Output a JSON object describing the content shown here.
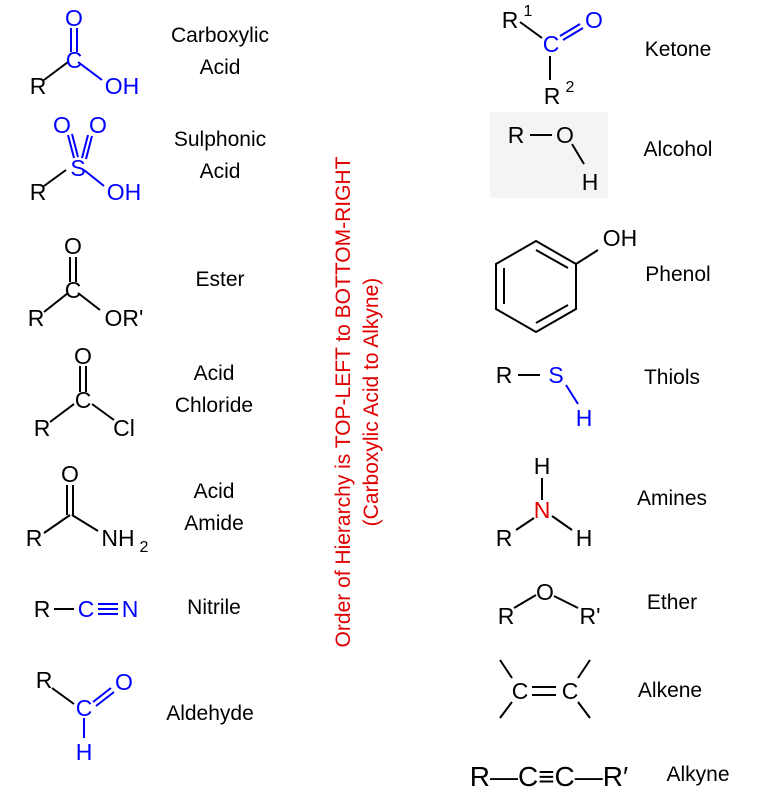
{
  "colors": {
    "ink": "#000000",
    "accent": "#0000ff",
    "note": "#e00000"
  },
  "groups": {
    "carboxylic_acid": {
      "name_line1": "Carboxylic",
      "name_line2": "Acid",
      "atoms": {
        "r": "R",
        "o_top": "O",
        "c": "C",
        "oh": "OH"
      }
    },
    "sulphonic_acid": {
      "name_line1": "Sulphonic",
      "name_line2": "Acid",
      "atoms": {
        "r": "R",
        "o1": "O",
        "o2": "O",
        "s": "S",
        "oh": "OH"
      }
    },
    "ester": {
      "name": "Ester",
      "atoms": {
        "r": "R",
        "o_top": "O",
        "c": "C",
        "or": "OR'"
      }
    },
    "acid_chloride": {
      "name_line1": "Acid",
      "name_line2": "Chloride",
      "atoms": {
        "r": "R",
        "o_top": "O",
        "c": "C",
        "cl": "Cl"
      }
    },
    "acid_amide": {
      "name_line1": "Acid",
      "name_line2": "Amide",
      "atoms": {
        "r": "R",
        "o_top": "O",
        "nh": "NH",
        "sub": "2"
      }
    },
    "nitrile": {
      "name": "Nitrile",
      "atoms": {
        "r": "R",
        "c": "C",
        "n": "N"
      }
    },
    "aldehyde": {
      "name": "Aldehyde",
      "atoms": {
        "r": "R",
        "c": "C",
        "o": "O",
        "h": "H"
      }
    },
    "ketone": {
      "name": "Ketone",
      "atoms": {
        "r1": "R",
        "sup1": "1",
        "c": "C",
        "o": "O",
        "r2": "R",
        "sup2": "2"
      }
    },
    "alcohol": {
      "name": "Alcohol",
      "atoms": {
        "r": "R",
        "o": "O",
        "h": "H"
      }
    },
    "phenol": {
      "name": "Phenol",
      "atoms": {
        "oh": "OH"
      }
    },
    "thiols": {
      "name": "Thiols",
      "atoms": {
        "r": "R",
        "s": "S",
        "h": "H"
      }
    },
    "amines": {
      "name": "Amines",
      "atoms": {
        "h_top": "H",
        "n": "N",
        "r": "R",
        "h": "H"
      }
    },
    "ether": {
      "name": "Ether",
      "atoms": {
        "o": "O",
        "r": "R",
        "r2": "R'"
      }
    },
    "alkene": {
      "name": "Alkene",
      "atoms": {
        "c1": "C",
        "c2": "C"
      }
    },
    "alkyne": {
      "name": "Alkyne",
      "atoms": {
        "formula": "R—C≡C—R′"
      }
    }
  },
  "note": {
    "line1": "Order of Hierarchy is TOP-LEFT to BOTTOM-RIGHT",
    "line2": "(Carboxylic Acid to Alkyne)"
  }
}
